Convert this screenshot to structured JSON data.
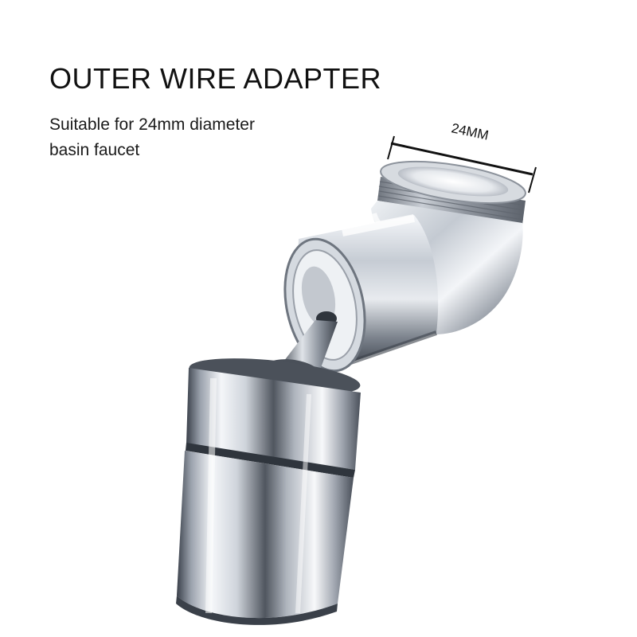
{
  "heading": "OUTER WIRE ADAPTER",
  "description": {
    "line1": "Suitable for 24mm diameter",
    "line2": "basin faucet"
  },
  "dimension": {
    "label": "24MM"
  },
  "product": {
    "name": "swivel-faucet-aerator",
    "colors": {
      "chrome_light": "#f2f4f7",
      "chrome_mid": "#b8bec8",
      "chrome_dark": "#3c424c",
      "thread": "#8d939c",
      "inner_ring": "#e9ebee"
    }
  }
}
